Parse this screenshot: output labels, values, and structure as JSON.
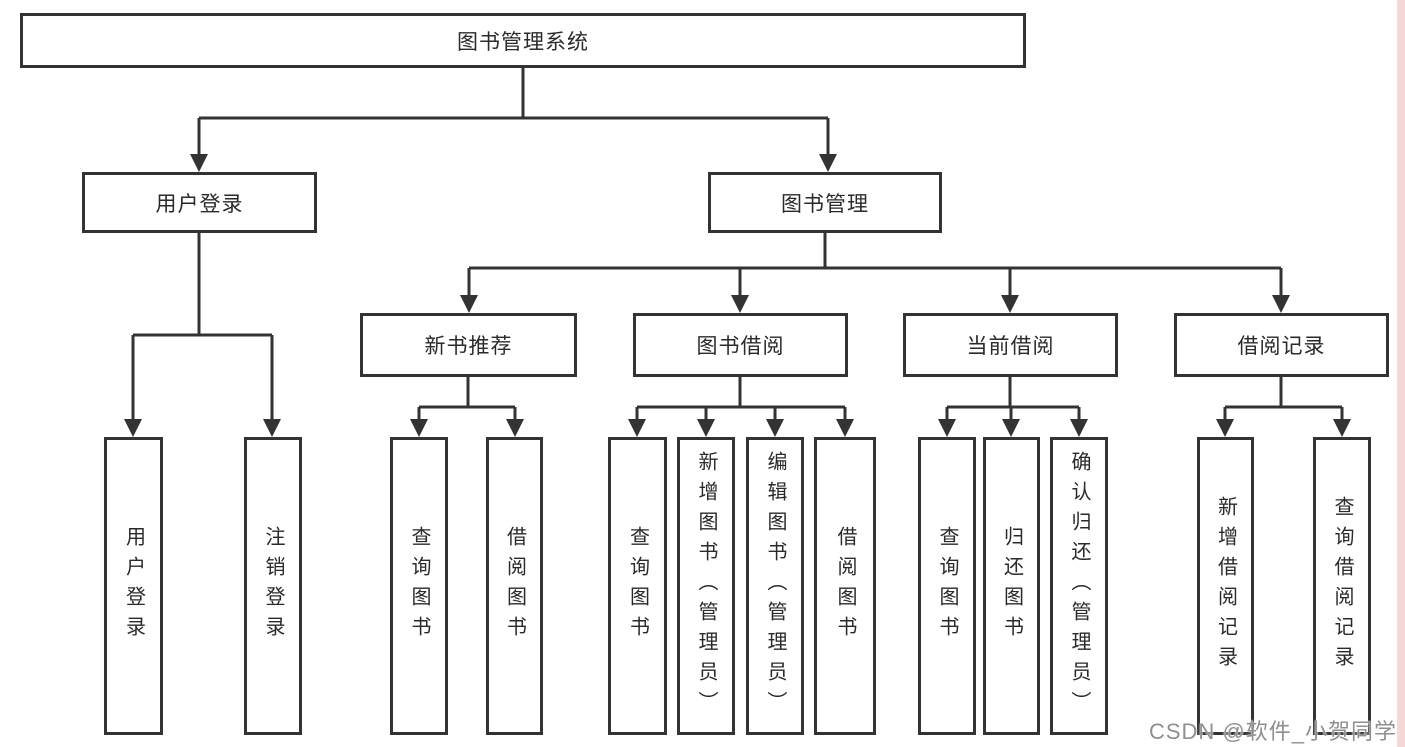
{
  "diagram": {
    "type": "hierarchy-tree",
    "tree": {
      "root": "图书管理系统",
      "children": [
        {
          "label": "用户登录",
          "children": [
            {
              "label": "用户登录"
            },
            {
              "label": "注销登录"
            }
          ]
        },
        {
          "label": "图书管理",
          "children": [
            {
              "label": "新书推荐",
              "children": [
                {
                  "label": "查询图书"
                },
                {
                  "label": "借阅图书"
                }
              ]
            },
            {
              "label": "图书借阅",
              "children": [
                {
                  "label": "查询图书"
                },
                {
                  "label": "新增图书（管理员）"
                },
                {
                  "label": "编辑图书（管理员）"
                },
                {
                  "label": "借阅图书"
                }
              ]
            },
            {
              "label": "当前借阅",
              "children": [
                {
                  "label": "查询图书"
                },
                {
                  "label": "归还图书"
                },
                {
                  "label": "确认归还（管理员）"
                }
              ]
            },
            {
              "label": "借阅记录",
              "children": [
                {
                  "label": "新增借阅记录"
                },
                {
                  "label": "查询借阅记录"
                }
              ]
            }
          ]
        }
      ]
    },
    "colors": {
      "line": "#333333",
      "box_border": "#333333",
      "background": "#ffffff",
      "watermark_text": "#8f8f8f",
      "right_edge_strip": "#f6d8d8"
    }
  },
  "watermark": "CSDN @软件_小贺同学"
}
